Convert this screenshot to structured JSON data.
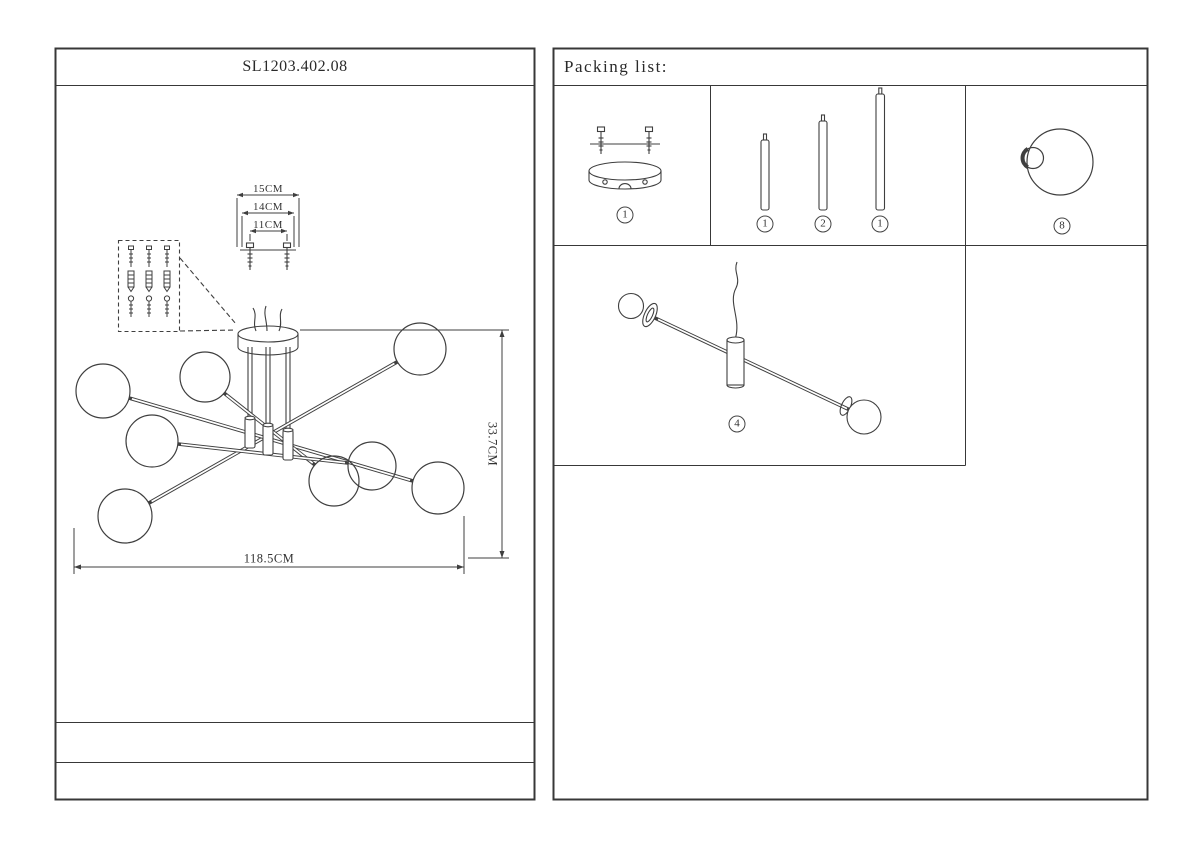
{
  "sheet": {
    "bg_color": "#ffffff",
    "line_color": "#3f3f3f"
  },
  "left_panel": {
    "title": "SL1203.402.08",
    "dimensions": {
      "canopy_outer": "15CM",
      "canopy_mid": "14CM",
      "screw_spacing": "11CM",
      "fixture_height": "33.7CM",
      "fixture_width": "118.5CM"
    }
  },
  "packing": {
    "title": "Packing list:",
    "items": [
      {
        "name": "ceiling-canopy",
        "qty": "1"
      },
      {
        "name": "rod-short",
        "qty": "1"
      },
      {
        "name": "rod-medium",
        "qty": "2"
      },
      {
        "name": "rod-long",
        "qty": "1"
      },
      {
        "name": "glass-globe",
        "qty": "8"
      },
      {
        "name": "arm-assembly",
        "qty": "4"
      }
    ]
  }
}
